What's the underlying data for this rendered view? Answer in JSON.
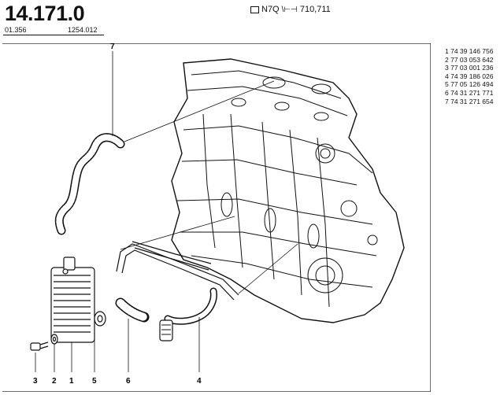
{
  "header": {
    "page_number": "14.171.0",
    "sub_left": "01.356",
    "sub_right": "1254.012",
    "engine_code": "N7Q",
    "engine_variants": "710,711"
  },
  "callouts": [
    "7",
    "3",
    "2",
    "1",
    "5",
    "6",
    "4"
  ],
  "parts_list": [
    {
      "pos": "1",
      "ref": "74 39 146 756"
    },
    {
      "pos": "2",
      "ref": "77 03 053 642"
    },
    {
      "pos": "3",
      "ref": "77 03 001 236"
    },
    {
      "pos": "4",
      "ref": "74 39 186 026"
    },
    {
      "pos": "5",
      "ref": "77 05 126 494"
    },
    {
      "pos": "6",
      "ref": "74 31 271 771"
    },
    {
      "pos": "7",
      "ref": "74 31 271 654"
    }
  ]
}
